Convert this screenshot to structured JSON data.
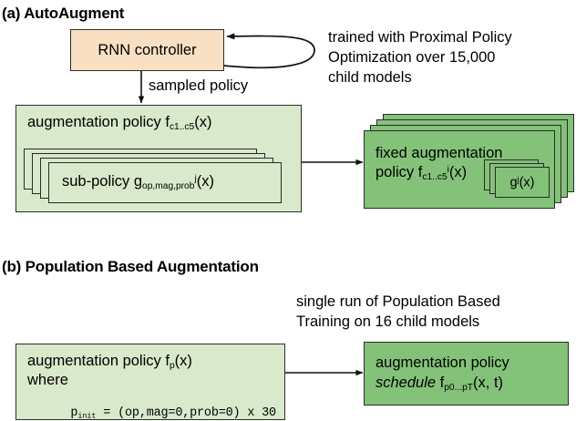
{
  "figure": {
    "colors": {
      "peach": "#fae0c3",
      "light_green": "#d9e9cc",
      "dark_green": "#84c279",
      "stroke": "#2b2b2b",
      "background": "#ffffff"
    }
  },
  "panel_a": {
    "heading": "(a) AutoAugment",
    "controller_box": {
      "label": "RNN controller"
    },
    "arrow_label": "sampled policy",
    "loop_annotation": "trained with Proximal Policy\nOptimization over 15,000\nchild models",
    "policy_box": {
      "title_prefix": "augmentation policy f",
      "title_sub": "c1..c5",
      "title_suffix": "(x)",
      "subpolicy": {
        "prefix": "sub-policy g",
        "sub": "op,mag,prob",
        "sup": "j",
        "suffix": "(x)",
        "stack_count": 4
      }
    },
    "fixed_policy_box": {
      "line1": "fixed augmentation",
      "line2_prefix": "policy f",
      "line2_sub": "c1..c5",
      "line2_sup": "i",
      "line2_suffix": "(x)",
      "inner": {
        "prefix": "g",
        "sup": "j",
        "suffix": "(x)",
        "stack_count": 3
      },
      "stack_count": 4
    }
  },
  "panel_b": {
    "heading": "(b) Population Based Augmentation",
    "annotation": "single run of Population Based\nTraining on 16 child models",
    "init_box": {
      "line1_prefix": "augmentation policy f",
      "line1_sub": "p",
      "line1_suffix": "(x)",
      "line2": "where",
      "line3_prefix": "p",
      "line3_sub": "init",
      "line3_rest": " = (op,mag=0,prob=0) x 30"
    },
    "schedule_box": {
      "line1": "augmentation policy",
      "line2_italic": "schedule",
      "line2_prefix": " f",
      "line2_sub": "p0...pT",
      "line2_suffix": "(x, t)"
    }
  }
}
